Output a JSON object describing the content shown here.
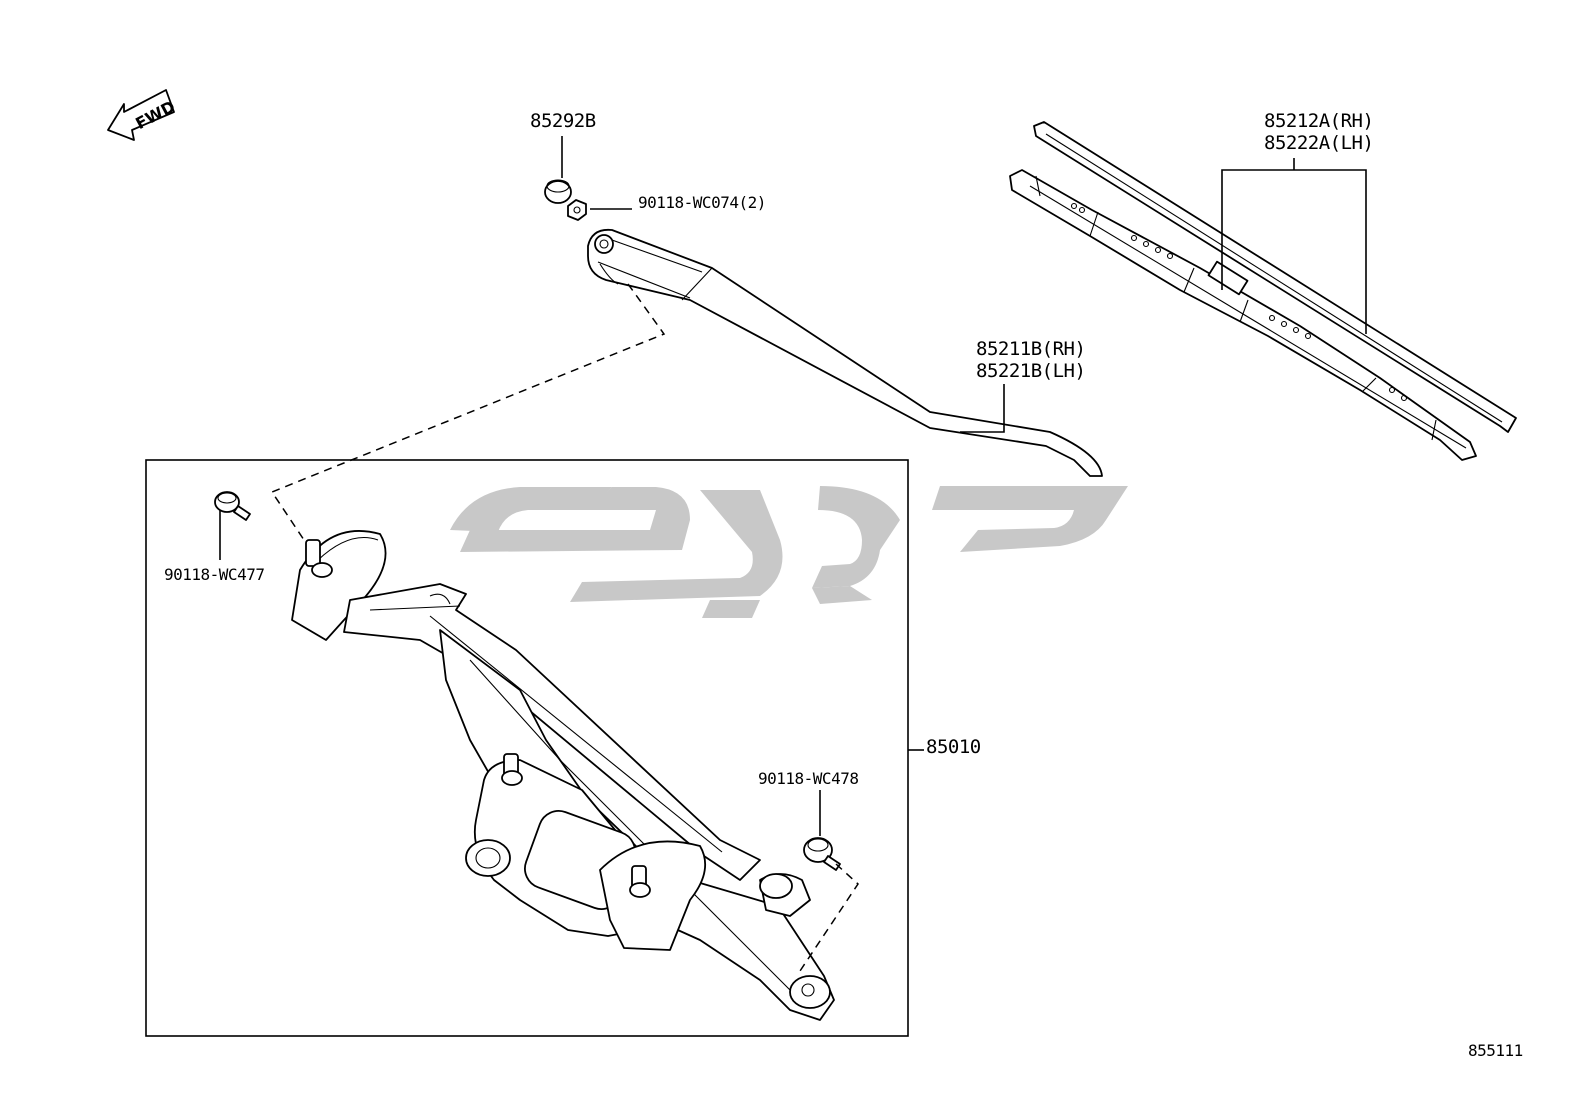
{
  "colors": {
    "ink": "#000000",
    "background": "#ffffff",
    "watermark": "#c8c8c8"
  },
  "fwd_indicator": {
    "label": "FWD"
  },
  "parts": {
    "cap": {
      "code": "85292B"
    },
    "arm_nut": {
      "code": "90118-WC074(2)"
    },
    "arm_rh": {
      "code": "85211B(RH)"
    },
    "arm_lh": {
      "code": "85221B(LH)"
    },
    "blade_rh": {
      "code": "85212A(RH)"
    },
    "blade_lh": {
      "code": "85222A(LH)"
    },
    "bolt_left": {
      "code": "90118-WC477"
    },
    "bolt_right": {
      "code": "90118-WC478"
    },
    "link_assy": {
      "code": "85010"
    }
  },
  "diagram_id": "855111"
}
